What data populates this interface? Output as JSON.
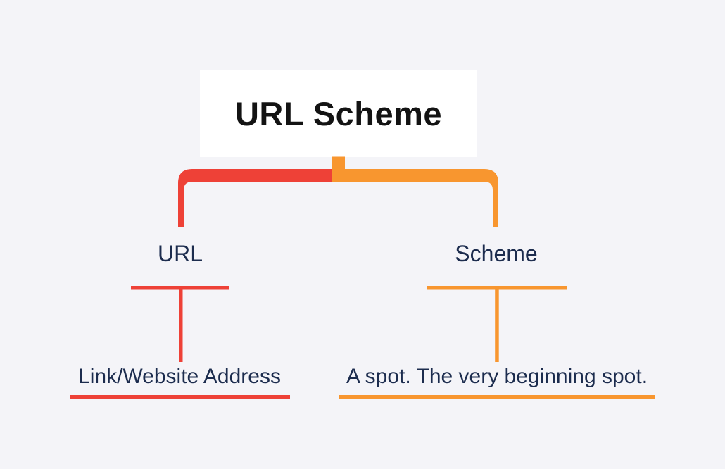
{
  "colors": {
    "background": "#f4f4f8",
    "card": "#ffffff",
    "heading": "#131313",
    "text": "#1c2c4e",
    "left_branch": "#ee4137",
    "right_branch": "#f8962f"
  },
  "diagram": {
    "title": "URL Scheme",
    "branches": [
      {
        "label": "URL",
        "description": "Link/Website Address",
        "color": "#ee4137"
      },
      {
        "label": "Scheme",
        "description": "A spot. The very beginning spot.",
        "color": "#f8962f"
      }
    ]
  }
}
